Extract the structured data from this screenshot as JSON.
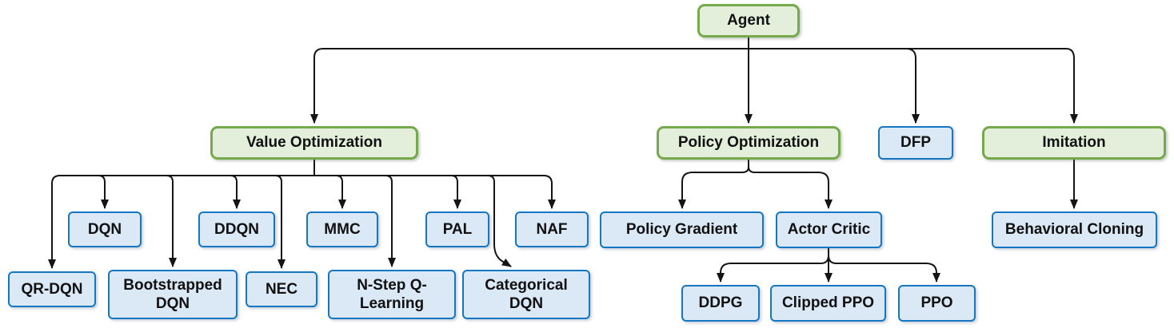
{
  "colors": {
    "green_fill": "#e4efdb",
    "green_border": "#76a84c",
    "blue_fill": "#dbe8f5",
    "blue_border": "#1577c2",
    "line": "#141414",
    "text": "#111111",
    "background": "#ffffff"
  },
  "diagram": {
    "root": "agent",
    "nodes": {
      "agent": {
        "label": "Agent",
        "type": "category",
        "children": [
          "value_optimization",
          "policy_optimization",
          "dfp",
          "imitation"
        ]
      },
      "value_optimization": {
        "label": "Value Optimization",
        "type": "category",
        "children": [
          "dqn",
          "ddqn",
          "mmc",
          "pal",
          "naf",
          "qr_dqn",
          "bootstrapped_dqn",
          "nec",
          "n_step_q_learning",
          "categorical_dqn"
        ]
      },
      "policy_optimization": {
        "label": "Policy Optimization",
        "type": "category",
        "children": [
          "policy_gradient",
          "actor_critic"
        ]
      },
      "dfp": {
        "label": "DFP",
        "type": "algorithm",
        "children": []
      },
      "imitation": {
        "label": "Imitation",
        "type": "category",
        "children": [
          "behavioral_cloning"
        ]
      },
      "dqn": {
        "label": "DQN",
        "type": "algorithm",
        "children": []
      },
      "ddqn": {
        "label": "DDQN",
        "type": "algorithm",
        "children": []
      },
      "mmc": {
        "label": "MMC",
        "type": "algorithm",
        "children": []
      },
      "pal": {
        "label": "PAL",
        "type": "algorithm",
        "children": []
      },
      "naf": {
        "label": "NAF",
        "type": "algorithm",
        "children": []
      },
      "qr_dqn": {
        "label": "QR-DQN",
        "type": "algorithm",
        "children": []
      },
      "bootstrapped_dqn": {
        "label": "Bootstrapped DQN",
        "type": "algorithm",
        "children": []
      },
      "nec": {
        "label": "NEC",
        "type": "algorithm",
        "children": []
      },
      "n_step_q_learning": {
        "label": "N-Step Q-Learning",
        "type": "algorithm",
        "children": []
      },
      "categorical_dqn": {
        "label": "Categorical DQN",
        "type": "algorithm",
        "children": []
      },
      "policy_gradient": {
        "label": "Policy Gradient",
        "type": "algorithm",
        "children": []
      },
      "actor_critic": {
        "label": "Actor Critic",
        "type": "algorithm",
        "children": [
          "ddpg",
          "clipped_ppo",
          "ppo"
        ]
      },
      "ddpg": {
        "label": "DDPG",
        "type": "algorithm",
        "children": []
      },
      "clipped_ppo": {
        "label": "Clipped PPO",
        "type": "algorithm",
        "children": []
      },
      "ppo": {
        "label": "PPO",
        "type": "algorithm",
        "children": []
      },
      "behavioral_cloning": {
        "label": "Behavioral Cloning",
        "type": "algorithm",
        "children": []
      }
    }
  }
}
